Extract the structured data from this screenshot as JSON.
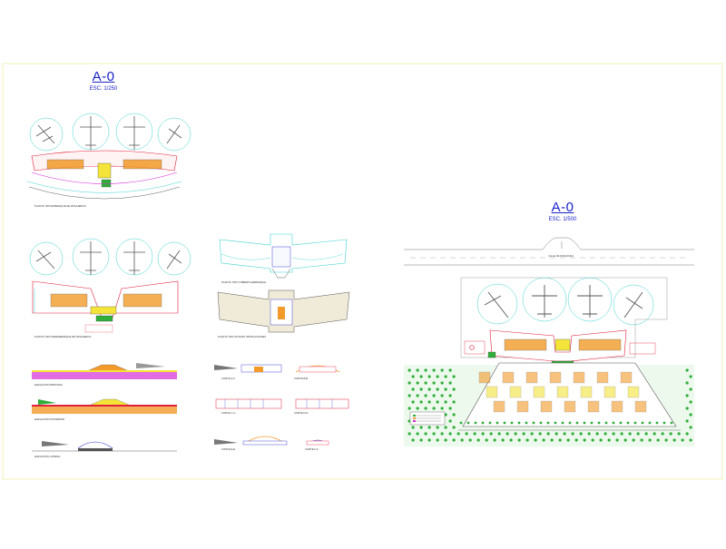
{
  "sheet": {
    "border_color": "#f2eea8",
    "left_panel": {
      "title": "A-0",
      "scale": "ESC. 1/250",
      "drawings": [
        {
          "id": "plan-upper",
          "caption": "PLANTA TIPO EMBARQUE DE PASAJEROS"
        },
        {
          "id": "plan-lower",
          "caption": "PLANTA TIPO DESEMBARQUE DE PASAJEROS"
        },
        {
          "id": "roof-plan",
          "caption": "PLANTA TIPO CUBIERTA EMBARQUE"
        },
        {
          "id": "site-section",
          "caption": "PLANTA TIPO SOTANO INSTALACIONES"
        },
        {
          "id": "elevation-1",
          "caption": "ELEVACION PRINCIPAL"
        },
        {
          "id": "elevation-2",
          "caption": "ELEVACION POSTERIOR"
        },
        {
          "id": "elevation-3",
          "caption": "ELEVACION LATERAL"
        },
        {
          "id": "section-a",
          "caption": "CORTE A-A"
        },
        {
          "id": "section-b",
          "caption": "CORTE B-B"
        },
        {
          "id": "section-c",
          "caption": "CORTE C-C"
        },
        {
          "id": "section-d",
          "caption": "CORTE D-D"
        },
        {
          "id": "section-e",
          "caption": "CORTE E-E"
        },
        {
          "id": "section-f",
          "caption": "CORTE F-F"
        }
      ]
    },
    "right_panel": {
      "title": "A-0",
      "scale": "ESC. 1/500",
      "runway_label": "CALLE DE RODADURA"
    },
    "colors": {
      "title_blue": "#1a22c8",
      "cyan_lines": "#3fd0d0",
      "red_lines": "#e0203a",
      "magenta": "#d62fd6",
      "orange": "#f29a2a",
      "green": "#2fae3a",
      "yellow": "#f4e43a"
    }
  }
}
